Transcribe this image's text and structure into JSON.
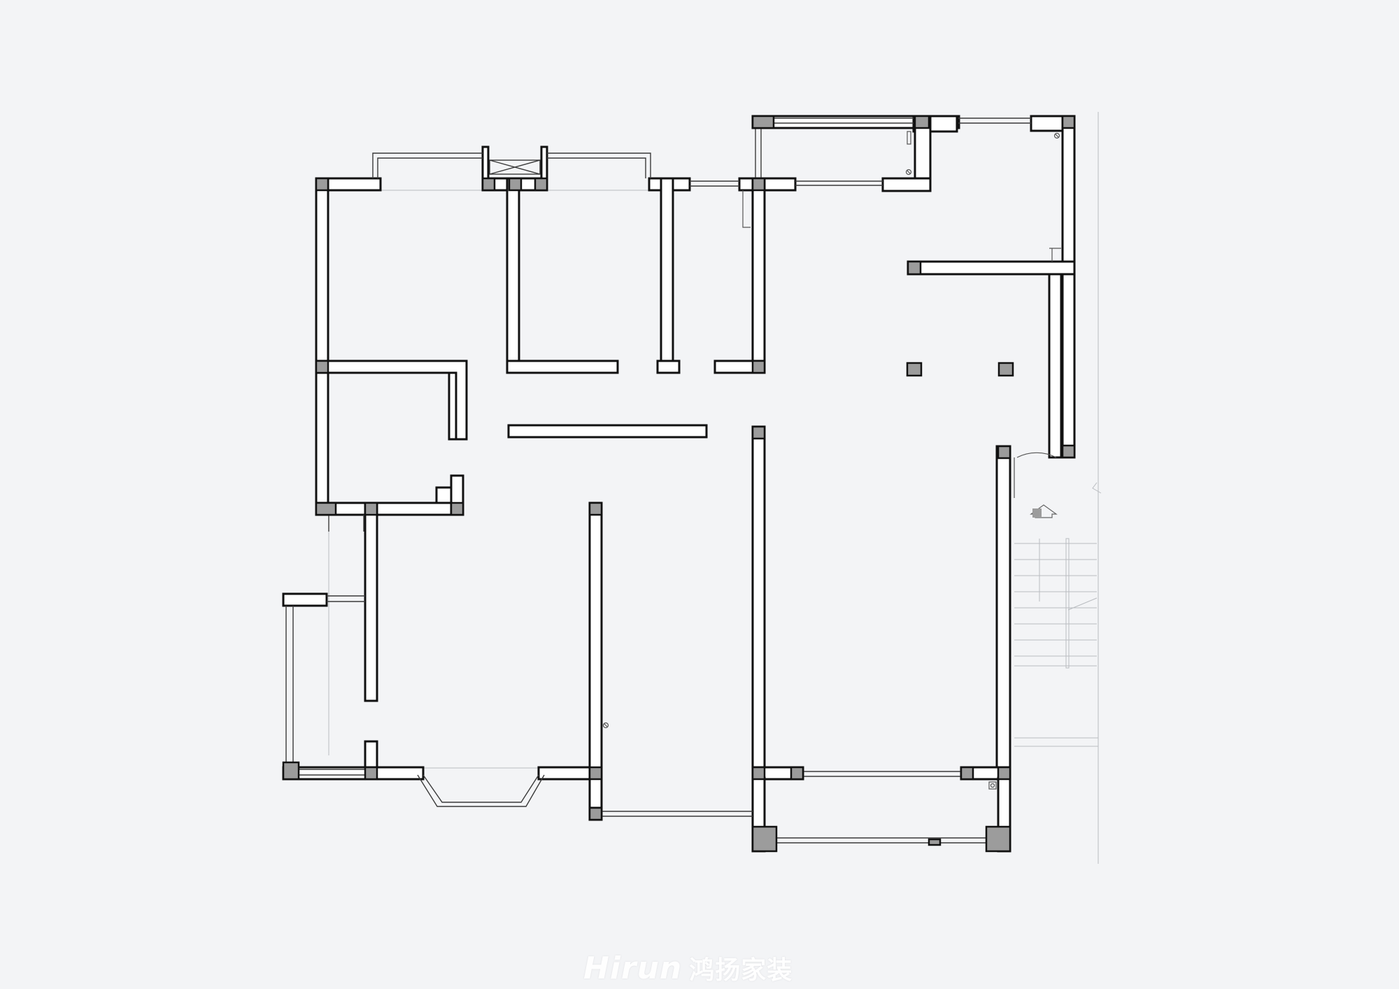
{
  "drawing": {
    "type": "floor plan",
    "watermark": {
      "brand": "Hirun",
      "chinese": "鸿扬家装"
    },
    "colors": {
      "background": "#f3f4f6",
      "wall_fill": "#ffffff",
      "wall_outline": "#111111",
      "column_fill": "#9c9c9c",
      "annotation_line": "#b9bcc0"
    },
    "symbols": [
      "floor-drain-symbol",
      "entry-arrow-symbol",
      "stair-symbol"
    ]
  }
}
